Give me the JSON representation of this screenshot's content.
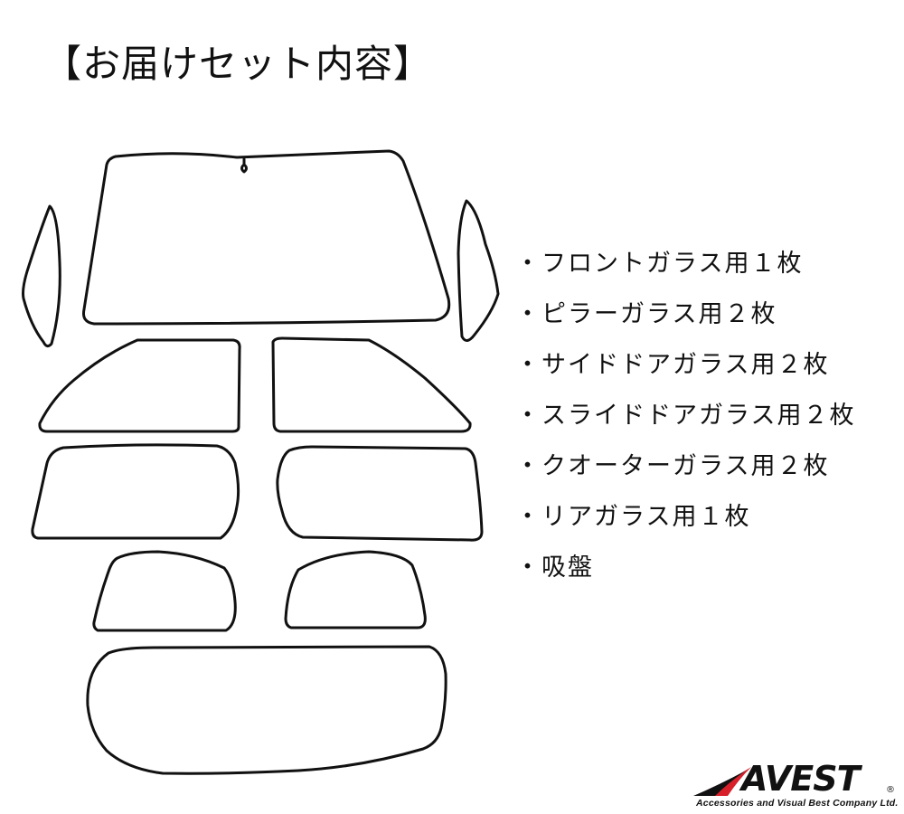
{
  "title": "【お届けセット内容】",
  "items": [
    "・フロントガラス用１枚",
    "・ピラーガラス用２枚",
    "・サイドドアガラス用２枚",
    "・スライドドアガラス用２枚",
    "・クオーターガラス用２枚",
    "・リアガラス用１枚",
    "・吸盤"
  ],
  "logo": {
    "name": "AVEST",
    "registered": "®",
    "tagline": "Accessories and Visual Best Company Ltd.",
    "accent_color": "#d7202a"
  },
  "colors": {
    "background": "#ffffff",
    "outline": "#111111"
  }
}
